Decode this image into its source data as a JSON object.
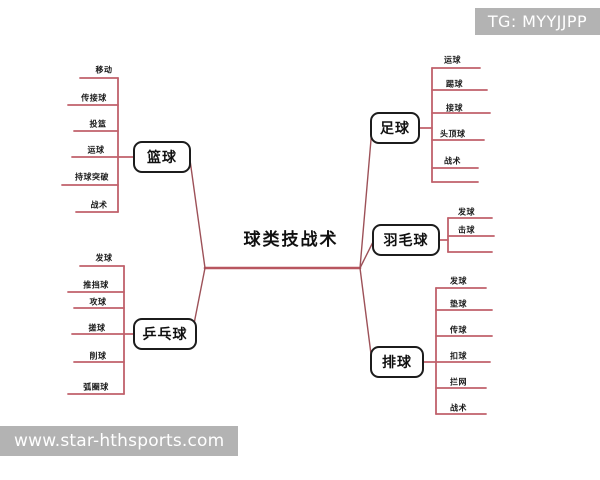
{
  "mindmap": {
    "center": {
      "label": "球类技战术"
    },
    "branches": [
      {
        "key": "basketball",
        "label": "篮球",
        "side": "left",
        "leaves": [
          "移动",
          "传接球",
          "投篮",
          "运球",
          "持球突破",
          "战术"
        ]
      },
      {
        "key": "table-tennis",
        "label": "乒乓球",
        "side": "left",
        "leaves": [
          "发球",
          "推挡球",
          "攻球",
          "搓球",
          "削球",
          "弧圈球"
        ]
      },
      {
        "key": "football",
        "label": "足球",
        "side": "right",
        "leaves": [
          "运球",
          "踢球",
          "接球",
          "头顶球",
          "战术"
        ]
      },
      {
        "key": "badminton",
        "label": "羽毛球",
        "side": "right",
        "leaves": [
          "发球",
          "击球"
        ]
      },
      {
        "key": "volleyball",
        "label": "排球",
        "side": "right",
        "leaves": [
          "发球",
          "垫球",
          "传球",
          "扣球",
          "拦网",
          "战术"
        ]
      }
    ]
  },
  "overlays": {
    "telegram_badge": "TG: MYYJJPP",
    "site_watermark": "www.star-hthsports.com"
  },
  "colors": {
    "wire": "#c0616b",
    "wire_dark": "#8d4a52",
    "node_border": "#1c1c1c",
    "text": "#111111",
    "badge_bg": "#b3b3b3",
    "badge_text": "#ffffff",
    "background": "#ffffff"
  },
  "chart_data": {
    "type": "diagram",
    "title": "球类技战术",
    "nodes": [
      {
        "id": "root",
        "label": "球类技战术",
        "level": 0
      },
      {
        "id": "basketball",
        "label": "篮球",
        "level": 1,
        "parent": "root"
      },
      {
        "id": "table-tennis",
        "label": "乒乓球",
        "level": 1,
        "parent": "root"
      },
      {
        "id": "football",
        "label": "足球",
        "level": 1,
        "parent": "root"
      },
      {
        "id": "badminton",
        "label": "羽毛球",
        "level": 1,
        "parent": "root"
      },
      {
        "id": "volleyball",
        "label": "排球",
        "level": 1,
        "parent": "root"
      }
    ],
    "leaf_counts": {
      "basketball": 6,
      "table-tennis": 6,
      "football": 5,
      "badminton": 2,
      "volleyball": 6
    }
  }
}
